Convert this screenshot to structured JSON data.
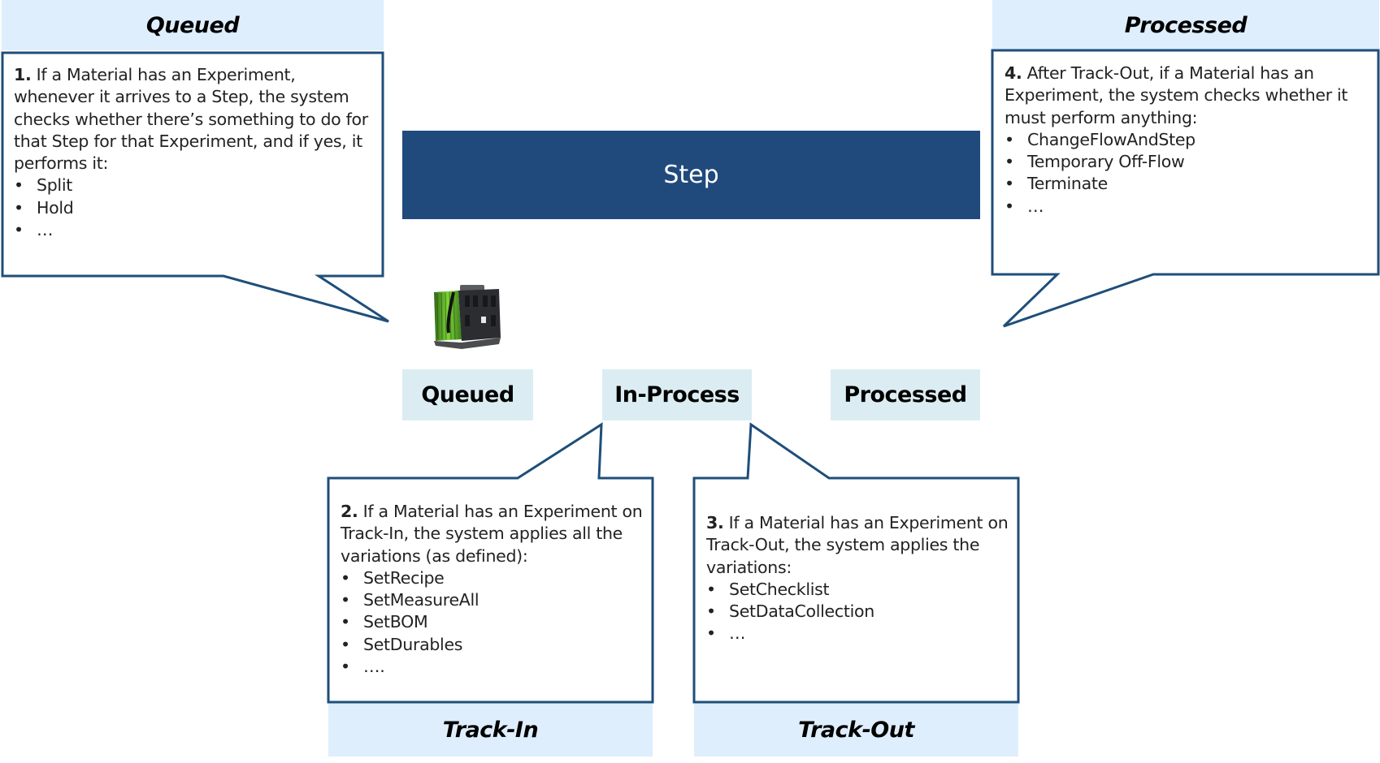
{
  "colors": {
    "step_bar": "#204a7c",
    "callout_border": "#1f4e79",
    "phase_header_bg": "#deeefc",
    "state_box_bg": "#dbedf3"
  },
  "step": {
    "label": "Step"
  },
  "material_icon": "material-carrier-icon",
  "states": {
    "queued": "Queued",
    "in_process": "In-Process",
    "processed": "Processed"
  },
  "phase_headers": {
    "queued": "Queued",
    "processed": "Processed",
    "track_in": "Track-In",
    "track_out": "Track-Out"
  },
  "callouts": {
    "queued": {
      "number": "1.",
      "text": " If a Material has an Experiment, whenever it arrives to a Step, the system checks whether there’s something to do for that Step for that Experiment, and if yes, it performs it:",
      "bullet": "•",
      "items": [
        "Split",
        "Hold",
        "…"
      ]
    },
    "track_in": {
      "number": "2.",
      "text": " If a Material has an Experiment on Track-In, the system applies all the variations (as defined):",
      "bullet": "•",
      "items": [
        "SetRecipe",
        "SetMeasureAll",
        "SetBOM",
        "SetDurables",
        "…."
      ]
    },
    "track_out": {
      "number": "3.",
      "text": " If a Material has an Experiment on Track-Out, the system applies the variations:",
      "bullet": "•",
      "items": [
        "SetChecklist",
        "SetDataCollection",
        "…"
      ]
    },
    "processed": {
      "number": "4.",
      "text": " After Track-Out, if a Material has an Experiment, the system checks whether it must perform anything:",
      "bullet": "•",
      "items": [
        "ChangeFlowAndStep",
        "Temporary Off-Flow",
        "Terminate",
        "…"
      ]
    }
  }
}
